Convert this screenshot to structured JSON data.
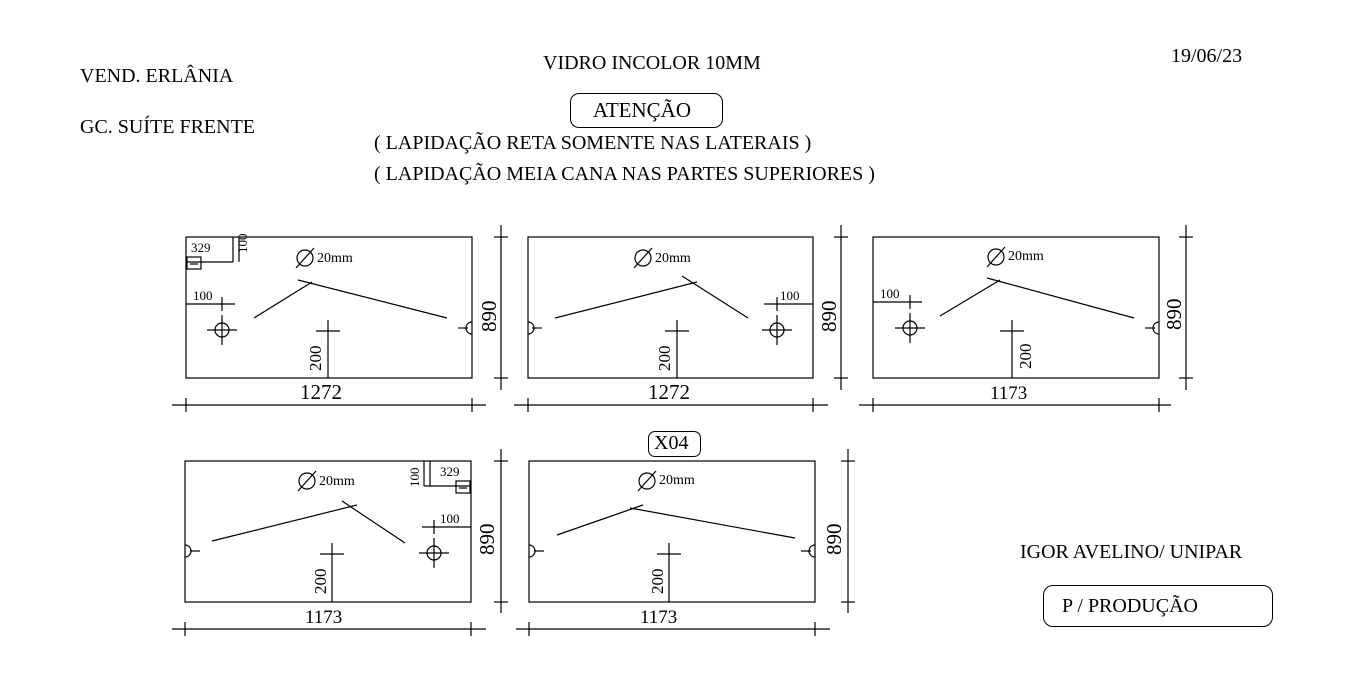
{
  "header": {
    "vendor": "VEND. ERLÂNIA",
    "client": "GC. SUÍTE FRENTE",
    "material": "VIDRO INCOLOR 10MM",
    "date": "19/06/23",
    "attention": "ATENÇÃO",
    "note_1": "( LAPIDAÇÃO RETA SOMENTE NAS LATERAIS )",
    "note_2": "( LAPIDAÇÃO MEIA CANA NAS PARTES SUPERIORES )"
  },
  "quantity_badge": "X04",
  "footer": {
    "responsible": "IGOR AVELINO/ UNIPAR",
    "stamp": "P / PRODUÇÃO"
  },
  "panels": [
    {
      "width": "1272",
      "height": "890",
      "hole_label": "20mm",
      "lock_x": "329",
      "lock_y": "100",
      "hole_offset": "100",
      "center_dim": "200"
    },
    {
      "width": "1272",
      "height": "890",
      "hole_label": "20mm",
      "hole_offset": "100",
      "center_dim": "200"
    },
    {
      "width": "1173",
      "height": "890",
      "hole_label": "20mm",
      "hole_offset": "100",
      "center_dim": "200"
    },
    {
      "width": "1173",
      "height": "890",
      "hole_label": "20mm",
      "lock_x": "329",
      "lock_y": "100",
      "hole_offset": "100",
      "center_dim": "200"
    },
    {
      "width": "1173",
      "height": "890",
      "hole_label": "20mm",
      "center_dim": "200"
    }
  ]
}
